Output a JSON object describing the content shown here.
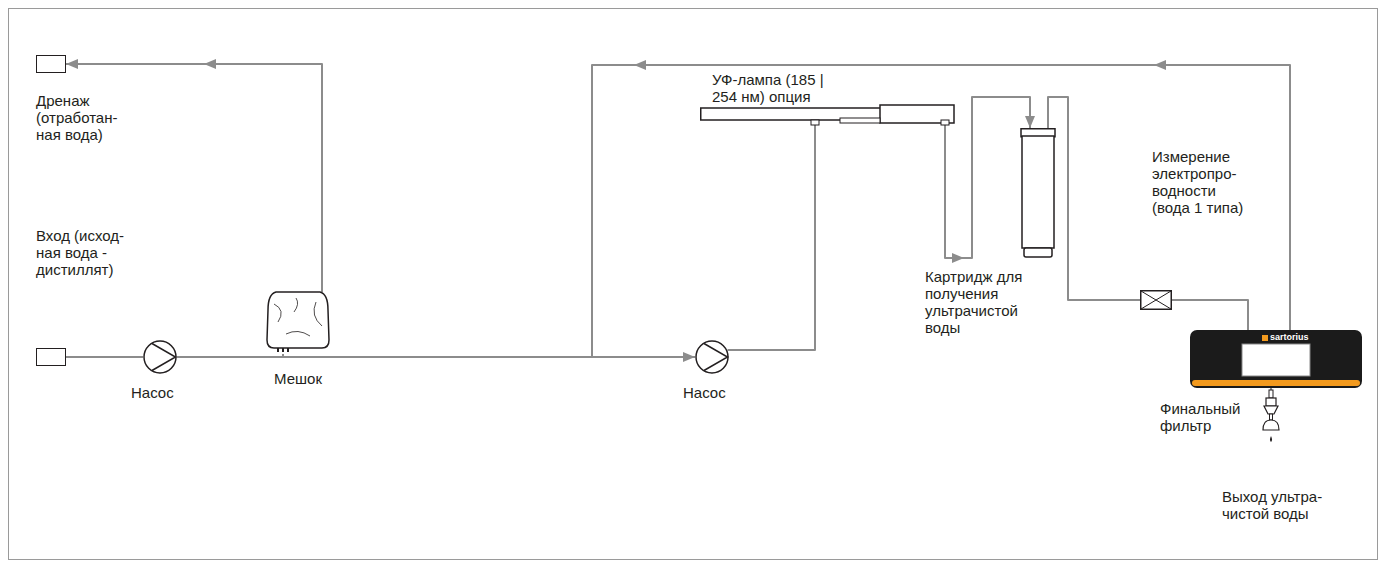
{
  "diagram": {
    "nodes": [
      {
        "text": [
          "Вход (исход- ная вода - дистиллят)"
        ]
      },
      {
        "text": [
          "Дренаж (отработан- ная вода)"
        ]
      },
      {
        "text": [
          "Насос"
        ]
      },
      {
        "text": [
          "Мешок"
        ]
      },
      {
        "text": [
          "Насос"
        ]
      },
      {
        "text": [
          "УФ-лампа (185 | 254 нм) опция"
        ]
      },
      {
        "text": [
          "Картридж для получения ультрачистой воды"
        ]
      },
      {
        "text": [
          "Измерение электропро- водности (вода 1 типа)"
        ]
      },
      {
        "text": [
          "sartorius"
        ]
      },
      {
        "text": [
          "Финальный фильтр"
        ]
      }
    ],
    "edges": [
      {
        "from": 0,
        "to": 2,
        "arrow": "none"
      },
      {
        "from": 2,
        "to": 3,
        "arrow": "none"
      },
      {
        "from": 3,
        "to": 1,
        "arrow": "to"
      },
      {
        "from": 2,
        "to": 4,
        "arrow": "none"
      },
      {
        "from": 8,
        "to": 4,
        "arrow": "to"
      },
      {
        "from": 4,
        "to": 5,
        "arrow": "none"
      },
      {
        "from": 5,
        "to": 6,
        "arrow": "to"
      },
      {
        "from": 6,
        "to": 7,
        "arrow": "none"
      },
      {
        "from": 7,
        "to": 8,
        "arrow": "none"
      },
      {
        "from": 8,
        "to": 9,
        "arrow": "none"
      }
    ],
    "labels": [
      "Выход ультра- чистой воды"
    ]
  }
}
